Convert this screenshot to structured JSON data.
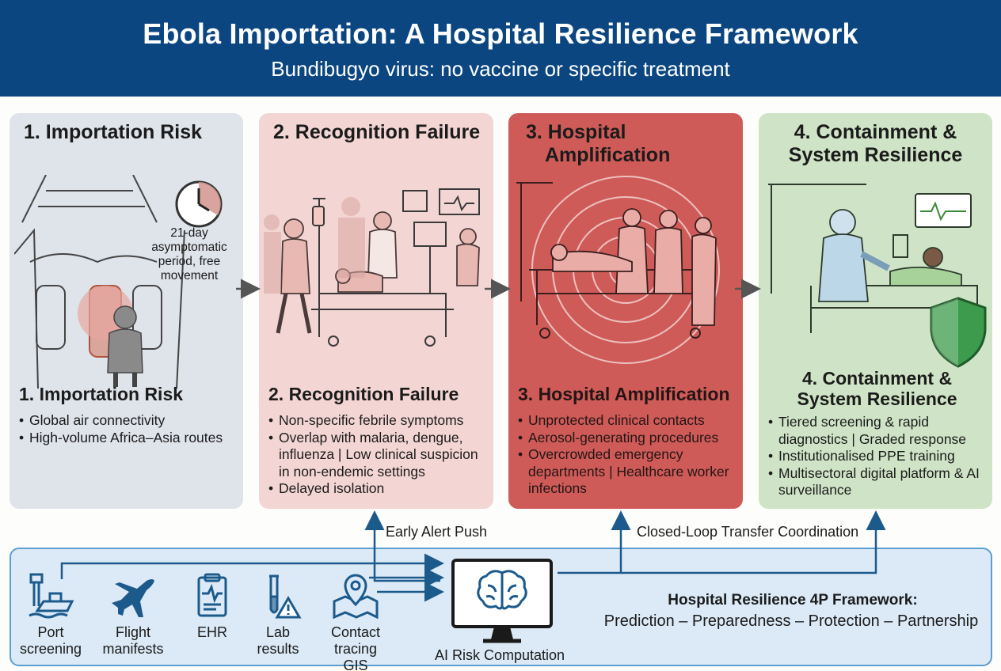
{
  "header": {
    "title": "Ebola Importation: A Hospital Resilience Framework",
    "subtitle": "Bundibugyo virus: no vaccine or specific treatment"
  },
  "panels": [
    {
      "title": "1. Importation Risk",
      "section_title": "1. Importation Risk",
      "note": "21-day asymptomatic period, free movement",
      "bullets": [
        "Global air connectivity",
        "High-volume Africa–Asia routes"
      ]
    },
    {
      "title": "2. Recognition Failure",
      "section_title": "2. Recognition Failure",
      "bullets": [
        "Non-specific febrile symptoms",
        "Overlap with malaria, dengue, influenza | Low clinical suspicion in non-endemic settings",
        "Delayed isolation"
      ]
    },
    {
      "title_line1": "3. Hospital",
      "title_line2": "Amplification",
      "section_title": "3. Hospital Amplification",
      "bullets": [
        "Unprotected clinical contacts",
        "Aerosol-generating procedures",
        "Overcrowded emergency departments | Healthcare worker infections"
      ]
    },
    {
      "title": "4. Containment & System Resilience",
      "section_title": "4. Containment & System Resilience",
      "bullets": [
        "Tiered screening & rapid diagnostics | Graded response",
        "Institutionalised PPE training",
        "Multisectoral digital platform & AI surveillance"
      ]
    }
  ],
  "flows": {
    "early_alert": "Early Alert Push",
    "closed_loop": "Closed-Loop Transfer Coordination"
  },
  "sources": [
    {
      "label": "Port screening",
      "icon": "ship-tower-icon"
    },
    {
      "label": "Flight manifests",
      "icon": "airplane-icon"
    },
    {
      "label": "EHR",
      "icon": "clipboard-ecg-icon"
    },
    {
      "label": "Lab results",
      "icon": "test-tube-warning-icon"
    },
    {
      "label": "Contact tracing GIS",
      "icon": "map-pin-icon"
    }
  ],
  "ai": {
    "label": "AI Risk Computation",
    "icon": "monitor-brain-icon"
  },
  "framework": {
    "title": "Hospital Resilience 4P Framework:",
    "subtitle": "Prediction – Preparedness – Protection – Partnership"
  },
  "colors": {
    "header": "#0b4680",
    "panel1": "#dfe3ea",
    "panel2": "#f3d6d3",
    "panel3": "#cf5b58",
    "panel4": "#cfe4c6",
    "band": "#dbeaf6",
    "icon": "#1c5a8c",
    "arrow": "#1c5a8c"
  }
}
